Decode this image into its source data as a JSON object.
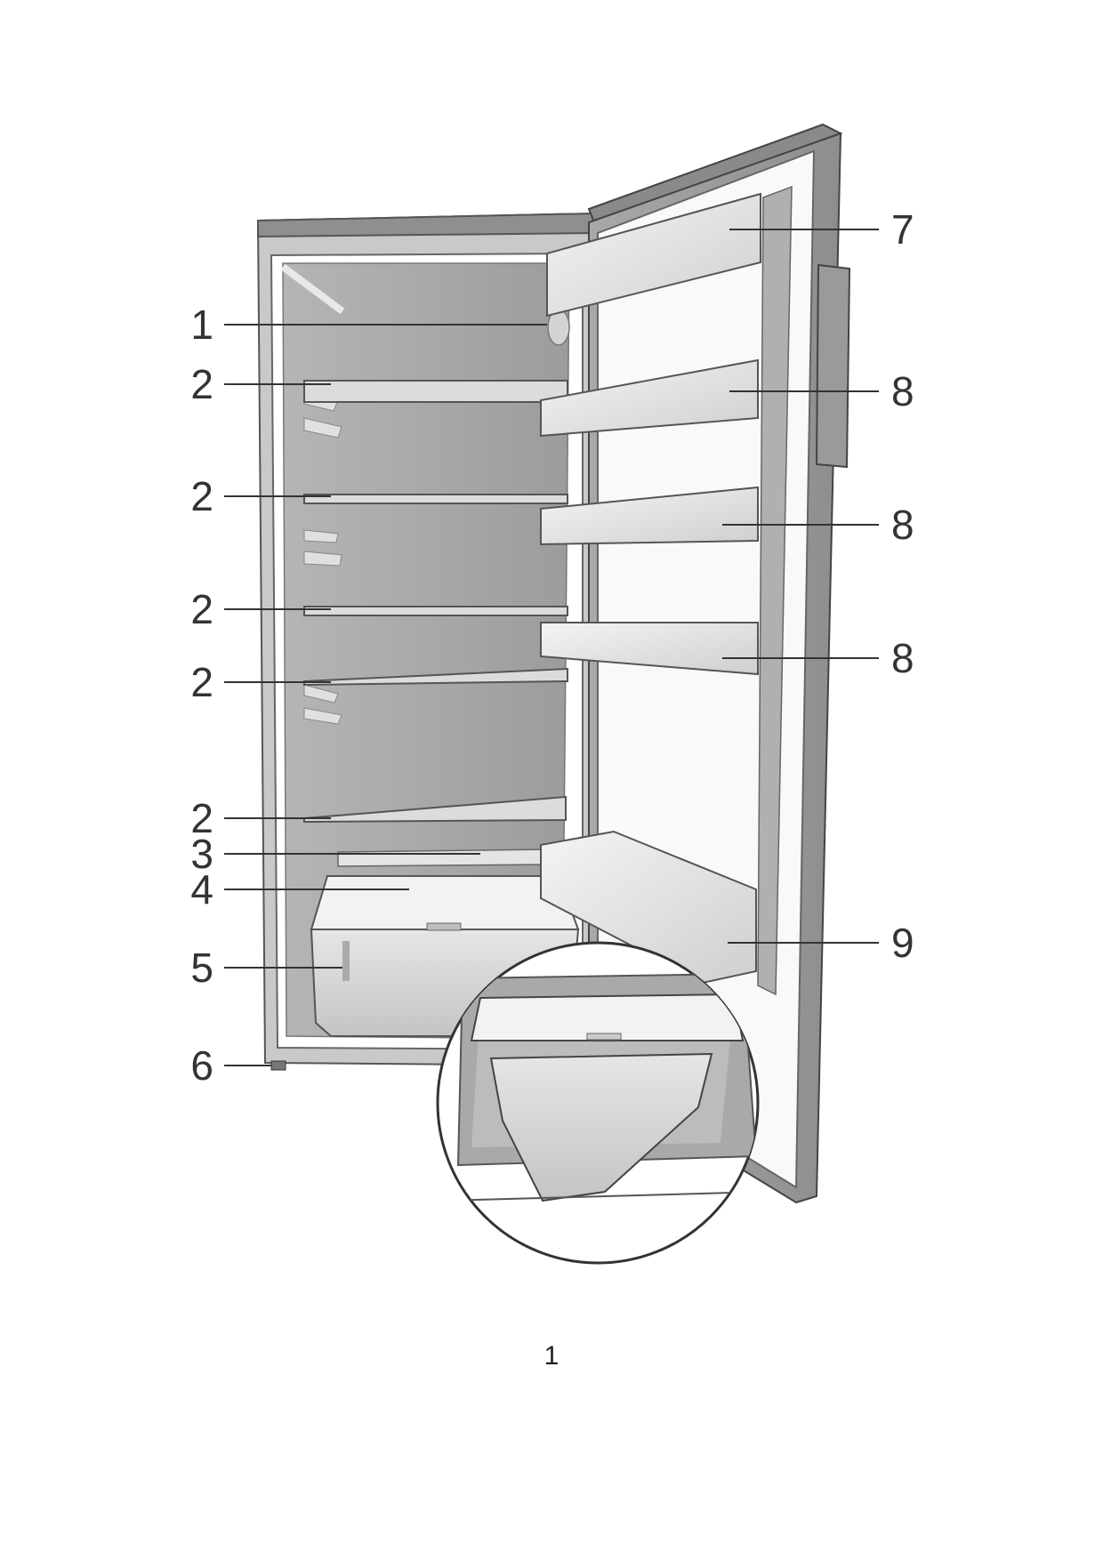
{
  "diagram": {
    "callouts_left": [
      {
        "label": "1"
      },
      {
        "label": "2"
      },
      {
        "label": "2"
      },
      {
        "label": "2"
      },
      {
        "label": "2"
      },
      {
        "label": "2"
      },
      {
        "label": "3"
      },
      {
        "label": "4"
      },
      {
        "label": "5"
      },
      {
        "label": "6"
      }
    ],
    "callouts_right": [
      {
        "label": "7"
      },
      {
        "label": "8"
      },
      {
        "label": "8"
      },
      {
        "label": "8"
      },
      {
        "label": "9"
      }
    ]
  },
  "page_number": "1"
}
